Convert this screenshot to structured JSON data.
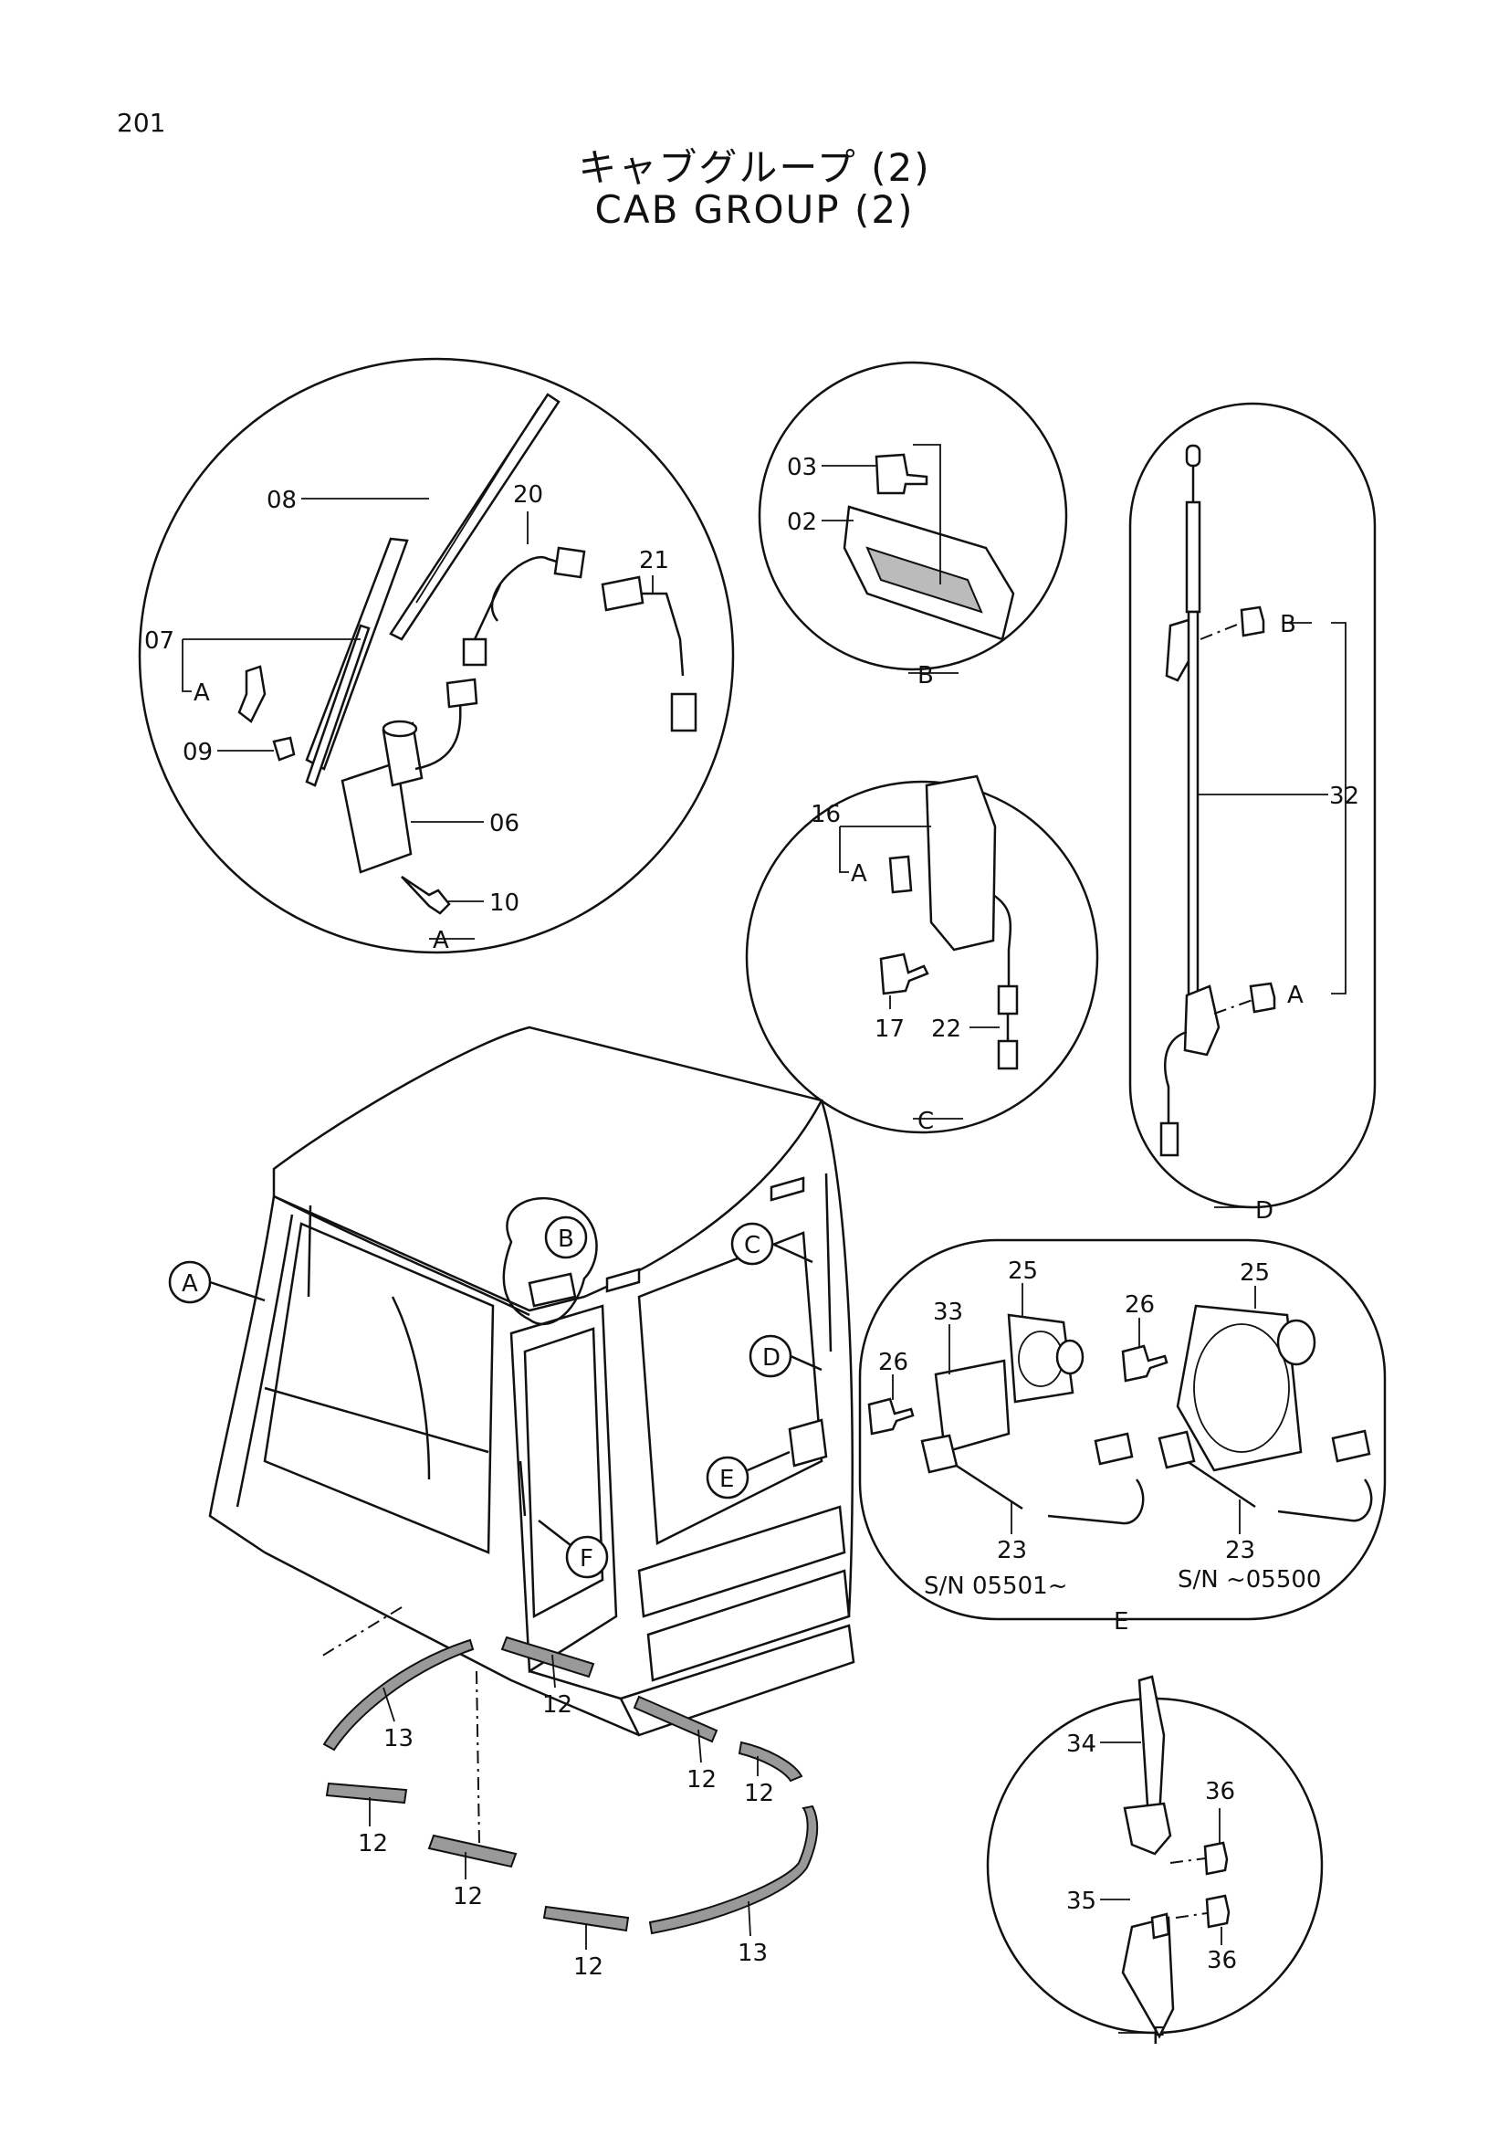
{
  "page_number": "201",
  "title_jp": "キャブグループ (2)",
  "title_en": "CAB GROUP (2)",
  "details": {
    "A": {
      "label": "A",
      "parts": [
        "06",
        "07",
        "08",
        "09",
        "10",
        "20",
        "21"
      ],
      "sublabel": "A"
    },
    "B": {
      "label": "B",
      "parts": [
        "02",
        "03"
      ]
    },
    "C": {
      "label": "C",
      "parts": [
        "16",
        "17",
        "22"
      ],
      "sublabel": "A"
    },
    "D": {
      "label": "D",
      "parts": [
        "32"
      ],
      "ref_b": "B",
      "ref_a": "A"
    },
    "E": {
      "label": "E",
      "parts": [
        "23",
        "25",
        "26",
        "33"
      ],
      "sn_left": "S/N 05501~",
      "sn_right": "S/N ~05500"
    },
    "F": {
      "label": "F",
      "parts": [
        "34",
        "35",
        "36"
      ]
    }
  },
  "callouts": {
    "A": "A",
    "B": "B",
    "C": "C",
    "D": "D",
    "E": "E",
    "F": "F"
  },
  "part_labels": {
    "p02": "02",
    "p03": "03",
    "p06": "06",
    "p07": "07",
    "p08": "08",
    "p09": "09",
    "p10": "10",
    "p12": "12",
    "p13": "13",
    "p16": "16",
    "p17": "17",
    "p20": "20",
    "p21": "21",
    "p22": "22",
    "p23": "23",
    "p25": "25",
    "p26": "26",
    "p32": "32",
    "p33": "33",
    "p34": "34",
    "p35": "35",
    "p36": "36"
  }
}
